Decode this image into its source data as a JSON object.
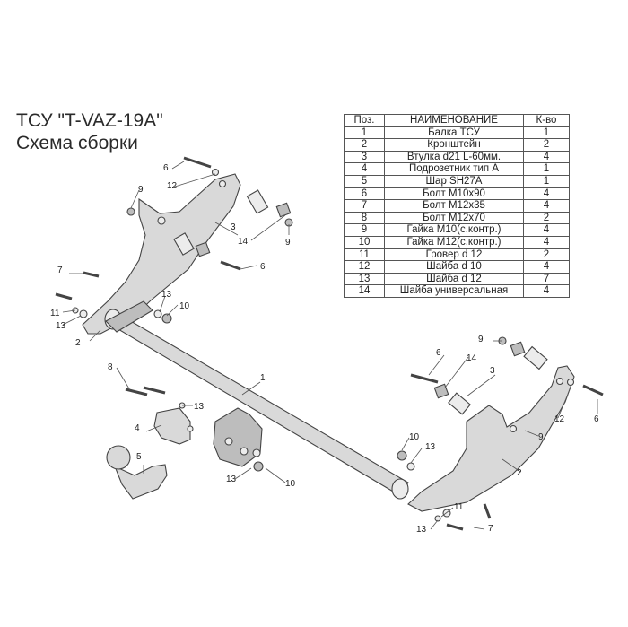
{
  "title": {
    "line1": "ТСУ \"T-VAZ-19A\"",
    "line2": "Схема сборки"
  },
  "parts_table": {
    "headers": {
      "pos": "Поз.",
      "name": "НАИМЕНОВАНИЕ",
      "qty": "К-во"
    },
    "rows": [
      {
        "pos": "1",
        "name": "Балка ТСУ",
        "qty": "1"
      },
      {
        "pos": "2",
        "name": "Кронштейн",
        "qty": "2"
      },
      {
        "pos": "3",
        "name": "Втулка d21 L-60мм.",
        "qty": "4"
      },
      {
        "pos": "4",
        "name": "Подрозетник тип А",
        "qty": "1"
      },
      {
        "pos": "5",
        "name": "Шар SH27A",
        "qty": "1"
      },
      {
        "pos": "6",
        "name": "Болт М10х90",
        "qty": "4"
      },
      {
        "pos": "7",
        "name": "Болт М12х35",
        "qty": "4"
      },
      {
        "pos": "8",
        "name": "Болт М12х70",
        "qty": "2"
      },
      {
        "pos": "9",
        "name": "Гайка М10(с.контр.)",
        "qty": "4"
      },
      {
        "pos": "10",
        "name": "Гайка М12(с.контр.)",
        "qty": "4"
      },
      {
        "pos": "11",
        "name": "Гровер d 12",
        "qty": "2"
      },
      {
        "pos": "12",
        "name": "Шайба d 10",
        "qty": "4"
      },
      {
        "pos": "13",
        "name": "Шайба d 12",
        "qty": "7"
      },
      {
        "pos": "14",
        "name": "Шайба универсальная",
        "qty": "4"
      }
    ]
  },
  "callouts": {
    "c1": "1",
    "c2a": "2",
    "c2b": "2",
    "c3a": "3",
    "c3b": "3",
    "c4": "4",
    "c5": "5",
    "c6a": "6",
    "c6b": "6",
    "c6c": "6",
    "c6d": "6",
    "c7a": "7",
    "c7b": "7",
    "c8": "8",
    "c9a": "9",
    "c9b": "9",
    "c9c": "9",
    "c9d": "9",
    "c10a": "10",
    "c10b": "10",
    "c10c": "10",
    "c11a": "11",
    "c11b": "11",
    "c12a": "12",
    "c12b": "12",
    "c13a": "13",
    "c13b": "13",
    "c13c": "13",
    "c13d": "13",
    "c13e": "13",
    "c13f": "13",
    "c14a": "14",
    "c14b": "14"
  }
}
